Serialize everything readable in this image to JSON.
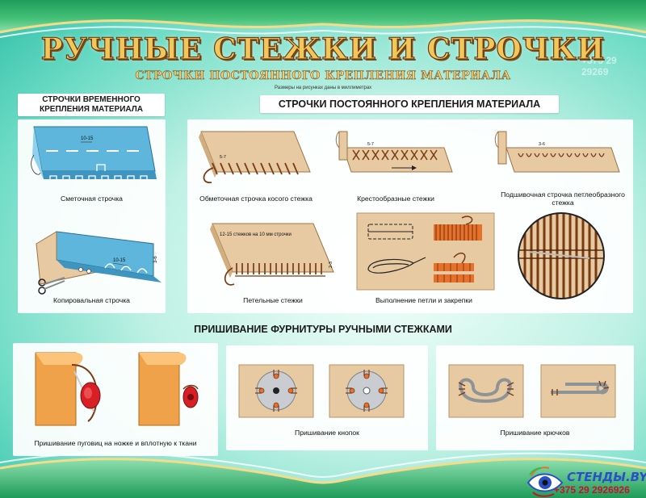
{
  "header": {
    "title": "РУЧНЫЕ СТЕЖКИ И СТРОЧКИ",
    "subtitle": "СТРОЧКИ ПОСТОЯННОГО КРЕПЛЕНИЯ МАТЕРИАЛА",
    "note": "Размеры на рисунках даны в миллиметрах",
    "watermark": "+375 29 29269"
  },
  "sections": {
    "temporary": "СТРОЧКИ ВРЕМЕННОГО КРЕПЛЕНИЯ МАТЕРИАЛА",
    "permanent": "СТРОЧКИ ПОСТОЯННОГО КРЕПЛЕНИЯ МАТЕРИАЛА",
    "fittings": "ПРИШИВАНИЕ ФУРНИТУРЫ РУЧНЫМИ СТЕЖКАМИ"
  },
  "illustrations": {
    "basting": {
      "caption": "Сметочная строчка",
      "dim": "10-15"
    },
    "tailor_tack": {
      "caption": "Копировальная строчка",
      "dim_a": "10-15",
      "dim_b": "3-6"
    },
    "overcast": {
      "caption": "Обметочная строчка косого стежка",
      "dim": "5-7"
    },
    "cross": {
      "caption": "Крестообразные стежки",
      "dim": "5-7"
    },
    "hem_loop": {
      "caption": "Подшивочная строчка петлеобразного стежка",
      "dim": "3-6"
    },
    "buttonhole_stitch": {
      "caption": "Петельные стежки",
      "label": "12-15 стежков на 10 мм строчки",
      "dim": "2-3"
    },
    "loop_bartack": {
      "caption": "Выполнение петли и закрепки"
    },
    "buttons": {
      "caption": "Пришивание пуговиц на ножке и вплотную к ткани"
    },
    "snaps": {
      "caption": "Пришивание кнопок"
    },
    "hooks": {
      "caption": "Пришивание крючков"
    }
  },
  "brand": {
    "name": "СТЕНДЫ.BY",
    "phone": "+375 29 2926926"
  },
  "colors": {
    "fabric_blue": "#5fb6dc",
    "fabric_beige": "#e7c9a2",
    "thread_brown": "#7a3b12",
    "thread_orange": "#e8702a",
    "title_gold": "#f2c75a",
    "brand_blue": "#2a50c8",
    "brand_red": "#c8102e"
  }
}
